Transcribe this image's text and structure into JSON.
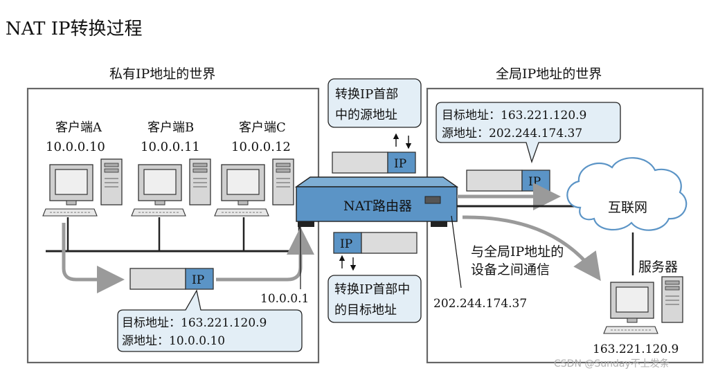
{
  "title": "NAT IP转换过程",
  "private_world": {
    "label": "私有IP地址的世界",
    "clients": [
      {
        "name": "客户端A",
        "ip": "10.0.0.10"
      },
      {
        "name": "客户端B",
        "ip": "10.0.0.11"
      },
      {
        "name": "客户端C",
        "ip": "10.0.0.12"
      }
    ],
    "packet_ip": "IP",
    "packet_callout": {
      "line1": "目标地址：163.221.120.9",
      "line2": "源地址：10.0.0.10"
    },
    "router_inner_ip": "10.0.0.1"
  },
  "global_world": {
    "label": "全局IP地址的世界",
    "packet_ip": "IP",
    "packet_callout": {
      "line1": "目标地址：163.221.120.9",
      "line2": "源地址：202.244.174.37"
    },
    "internet": "互联网",
    "server_label": "服务器",
    "server_ip": "163.221.120.9",
    "router_outer_ip": "202.244.174.37",
    "comm_note": {
      "line1": "与全局IP地址的",
      "line2": "设备之间通信"
    }
  },
  "router": {
    "label": "NAT路由器",
    "top_callout": {
      "line1": "转换IP首部",
      "line2": "中的源地址"
    },
    "top_packet_ip": "IP",
    "bottom_packet_ip": "IP",
    "bottom_callout": {
      "line1": "转换IP首部中",
      "line2": "的目标地址"
    }
  },
  "watermark": "CSDN @Sunday不上发条",
  "colors": {
    "accent_blue": "#5b94c6",
    "callout_fill": "#e3eef6",
    "packet_gray": "#dcdcdc",
    "arrow_gray": "#9a9a9a"
  }
}
